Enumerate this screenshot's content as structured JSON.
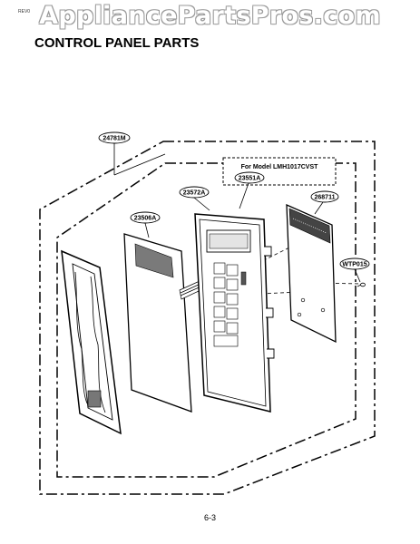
{
  "watermark": "AppliancePartsPros.com",
  "revision": "REV0",
  "title": "CONTROL PANEL PARTS",
  "model_note": "For Model LMH1017CVST",
  "callouts": {
    "assembly": "24781M",
    "model_part": "23551A",
    "panel": "23572A",
    "sheet": "23506A",
    "pcb": "268711",
    "screw": "WTP015"
  },
  "page_number": "6-3"
}
